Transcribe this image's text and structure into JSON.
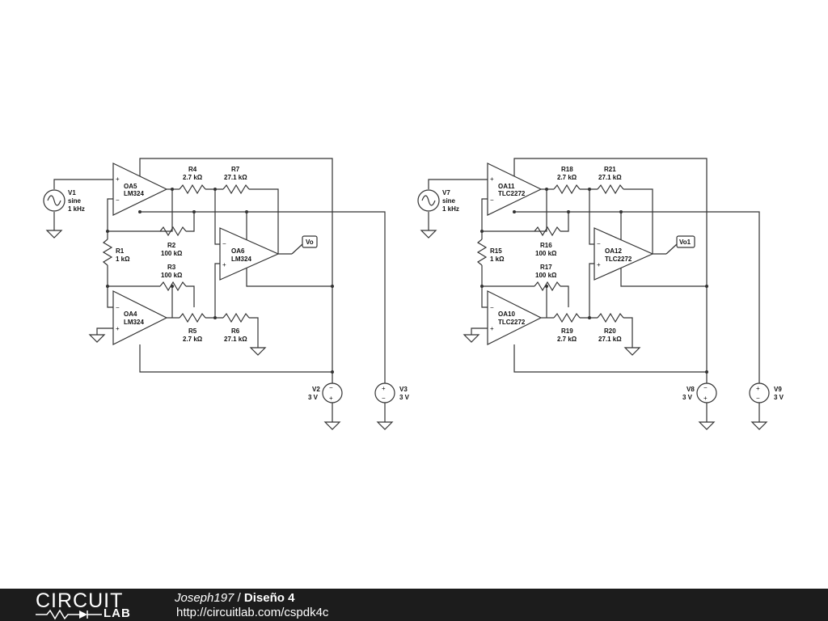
{
  "schematic": {
    "left": {
      "opamps": [
        {
          "ref": "OA5",
          "model": "LM324"
        },
        {
          "ref": "OA4",
          "model": "LM324"
        },
        {
          "ref": "OA6",
          "model": "LM324"
        }
      ],
      "resistors": [
        {
          "ref": "R4",
          "value": "2.7 kΩ"
        },
        {
          "ref": "R7",
          "value": "27.1 kΩ"
        },
        {
          "ref": "R2",
          "value": "100 kΩ"
        },
        {
          "ref": "R3",
          "value": "100 kΩ"
        },
        {
          "ref": "R1",
          "value": "1 kΩ"
        },
        {
          "ref": "R5",
          "value": "2.7 kΩ"
        },
        {
          "ref": "R6",
          "value": "27.1 kΩ"
        }
      ],
      "sine_source": {
        "ref": "V1",
        "type": "sine",
        "freq": "1 kHz"
      },
      "supplies": [
        {
          "ref": "V2",
          "value": "3 V"
        },
        {
          "ref": "V3",
          "value": "3 V"
        }
      ],
      "output_label": "Vo"
    },
    "right": {
      "opamps": [
        {
          "ref": "OA11",
          "model": "TLC2272"
        },
        {
          "ref": "OA10",
          "model": "TLC2272"
        },
        {
          "ref": "OA12",
          "model": "TLC2272"
        }
      ],
      "resistors": [
        {
          "ref": "R18",
          "value": "2.7 kΩ"
        },
        {
          "ref": "R21",
          "value": "27.1 kΩ"
        },
        {
          "ref": "R16",
          "value": "100 kΩ"
        },
        {
          "ref": "R17",
          "value": "100 kΩ"
        },
        {
          "ref": "R15",
          "value": "1 kΩ"
        },
        {
          "ref": "R19",
          "value": "2.7 kΩ"
        },
        {
          "ref": "R20",
          "value": "27.1 kΩ"
        }
      ],
      "sine_source": {
        "ref": "V7",
        "type": "sine",
        "freq": "1 kHz"
      },
      "supplies": [
        {
          "ref": "V8",
          "value": "3 V"
        },
        {
          "ref": "V9",
          "value": "3 V"
        }
      ],
      "output_label": "Vo1"
    }
  },
  "footer": {
    "logo_top": "CIRCUIT",
    "logo_bottom": "LAB",
    "user": "Joseph197",
    "separator": " / ",
    "title": "Diseño 4",
    "url": "http://circuitlab.com/cspdk4c"
  }
}
